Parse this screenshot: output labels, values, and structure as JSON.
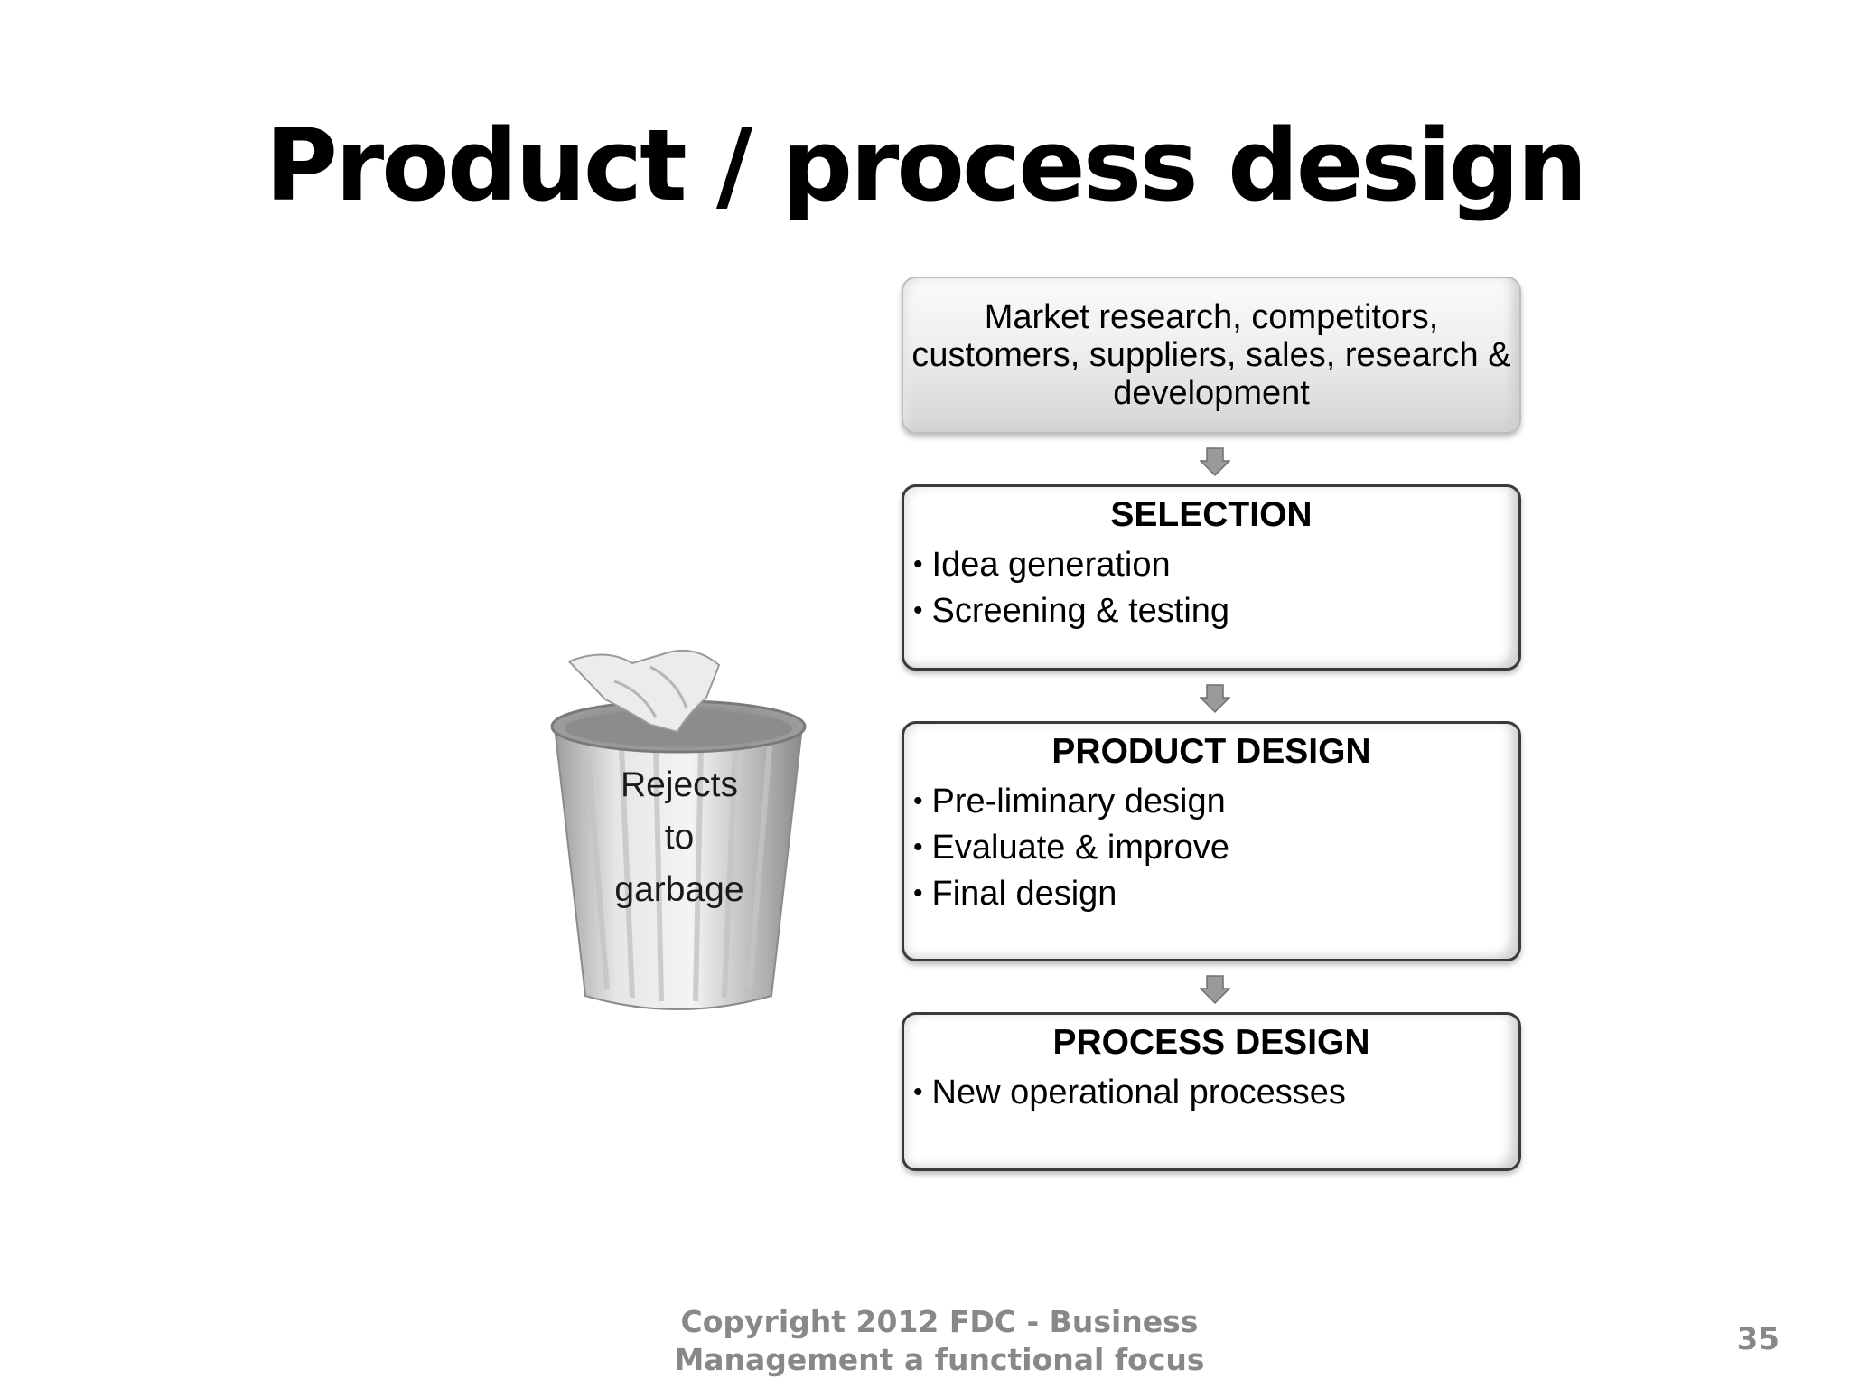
{
  "slide": {
    "title": "Product / process design",
    "page_number": "35"
  },
  "flow": {
    "inputs_box": {
      "text": "Market research, competitors, customers, suppliers, sales, research & development"
    },
    "selection": {
      "heading": "SELECTION",
      "items": [
        "Idea generation",
        "Screening & testing"
      ]
    },
    "product_design": {
      "heading": "PRODUCT DESIGN",
      "items": [
        "Pre-liminary design",
        "Evaluate & improve",
        "Final design"
      ]
    },
    "process_design": {
      "heading": "PROCESS DESIGN",
      "items": [
        "New operational processes"
      ]
    }
  },
  "trash_bin": {
    "icon": "trash-bin-icon",
    "label_lines": [
      "Rejects",
      "to",
      "garbage"
    ]
  },
  "footer": {
    "lines": [
      "Copyright 2012 FDC - Business",
      "Management a functional focus"
    ]
  },
  "colors": {
    "box_border": "#3a3a3a",
    "arrow_fill": "#9a9a9a",
    "footer_text": "#888888"
  }
}
